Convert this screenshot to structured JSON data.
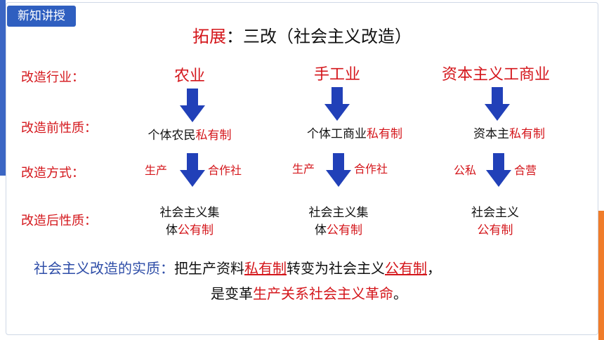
{
  "badge": "新知讲授",
  "title": {
    "lead": "拓展",
    "rest": "：三改（社会主义改造）"
  },
  "row_labels": [
    "改造行业：",
    "改造前性质：",
    "改造方式：",
    "改造后性质："
  ],
  "columns": [
    {
      "industry": "农业",
      "before": {
        "plain": "个体农民",
        "red": "私有制"
      },
      "method_left": "生产",
      "method_right": "合作社",
      "after": {
        "line1": "社会主义集",
        "line2_plain": "体",
        "line2_red": "公有制"
      }
    },
    {
      "industry": "手工业",
      "before": {
        "plain": "个体工商业",
        "red": "私有制"
      },
      "method_left": "生产",
      "method_right": "合作社",
      "after": {
        "line1": "社会主义集",
        "line2_plain": "体",
        "line2_red": "公有制"
      }
    },
    {
      "industry": "资本主义工商业",
      "before": {
        "plain": "资本主",
        "red": "私有制"
      },
      "method_left": "公私",
      "method_right": "合营",
      "after": {
        "line1": "社会主义",
        "line2_plain": "",
        "line2_red": "公有制"
      }
    }
  ],
  "summary": {
    "label": "社会主义改造的实质：",
    "p1": "把生产资料",
    "u1": "私有制",
    "p2": "转变为社会主义",
    "u2": "公有制",
    "p3": "，",
    "line2_plain": "是变革",
    "line2_red": "生产关系社会主义革命",
    "line2_end": "。"
  },
  "colors": {
    "accent_red": "#d4161b",
    "badge_blue": "#2f5fc0",
    "arrow_blue": "#2140b8"
  }
}
